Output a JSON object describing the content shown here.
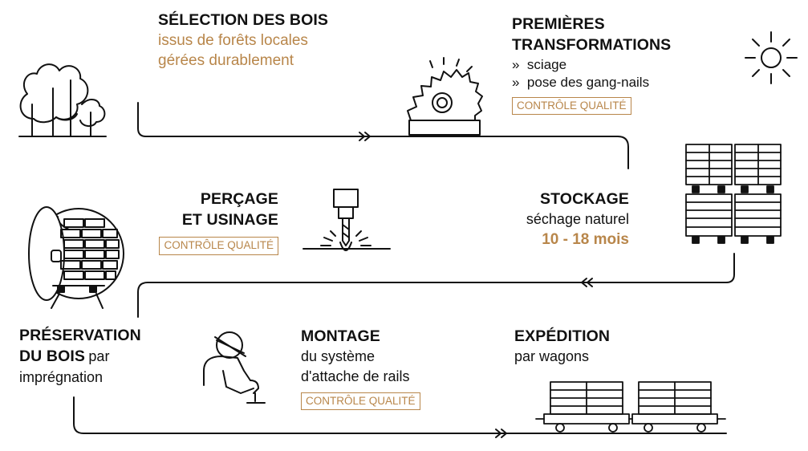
{
  "steps": {
    "selection": {
      "title": "SÉLECTION DES BOIS",
      "line1": "issus de forêts locales",
      "line2": "gérées durablement"
    },
    "transformations": {
      "title1": "PREMIÈRES",
      "title2": "TRANSFORMATIONS",
      "bullet_marker": "»",
      "bullets": [
        "sciage",
        "pose des gang-nails"
      ],
      "badge": "CONTRÔLE QUALITÉ"
    },
    "stockage": {
      "title": "STOCKAGE",
      "sub": "séchage naturel",
      "duration": "10 - 18 mois"
    },
    "percage": {
      "title1": "PERÇAGE",
      "title2": "ET USINAGE",
      "badge": "CONTRÔLE QUALITÉ"
    },
    "preservation": {
      "title1": "PRÉSERVATION",
      "title2": "DU BOIS",
      "suffix": "par",
      "line3": "imprégnation"
    },
    "montage": {
      "title": "MONTAGE",
      "line1": "du système",
      "line2": "d'attache de rails",
      "badge": "CONTRÔLE QUALITÉ"
    },
    "expedition": {
      "title": "EXPÉDITION",
      "sub": "par wagons"
    }
  },
  "icons": [
    "trees-icon",
    "saw-icon",
    "sun-icon",
    "stacked-timber-icon",
    "drill-icon",
    "autoclave-icon",
    "worker-icon",
    "wagons-icon"
  ],
  "colors": {
    "accent": "#b8864a",
    "ink": "#111111"
  }
}
